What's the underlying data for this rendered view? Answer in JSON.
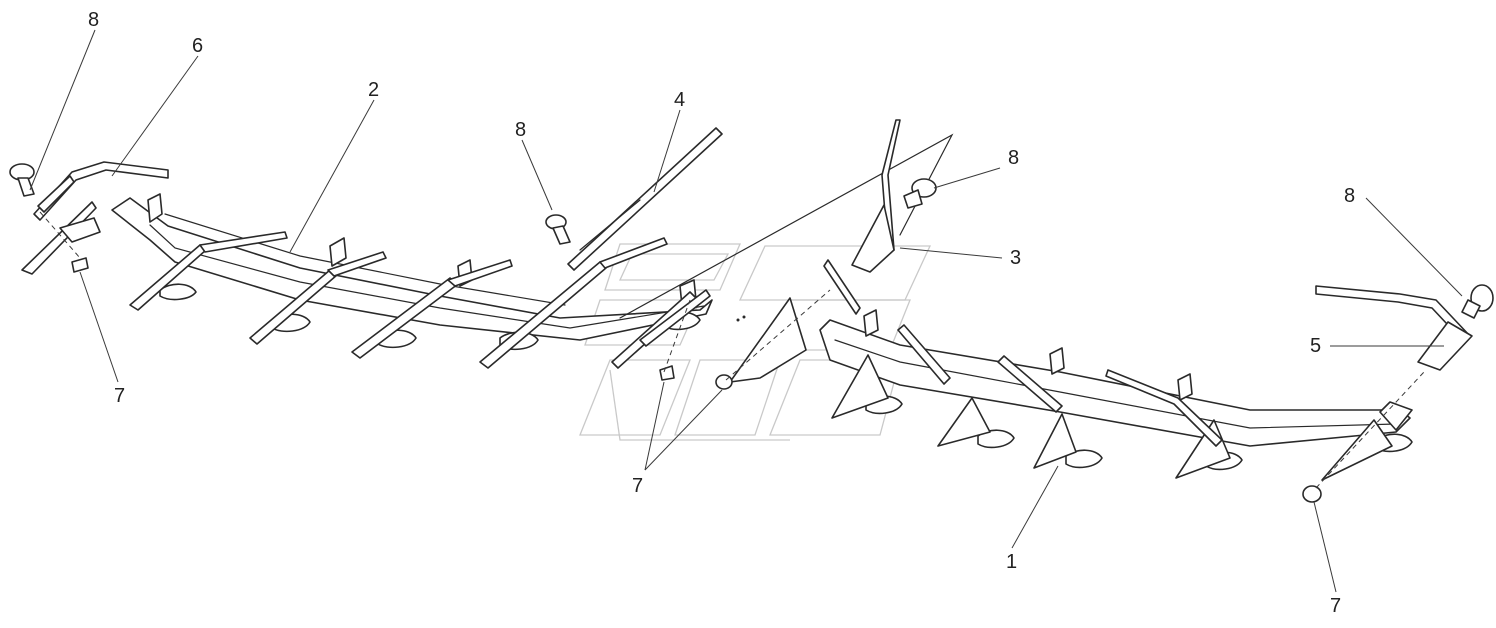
{
  "callouts": {
    "c1": "1",
    "c2": "2",
    "c3": "3",
    "c4": "4",
    "c5": "5",
    "c6": "6",
    "c7a": "7",
    "c7b": "7",
    "c7c": "7",
    "c8a": "8",
    "c8b": "8",
    "c8c": "8",
    "c8d": "8"
  }
}
